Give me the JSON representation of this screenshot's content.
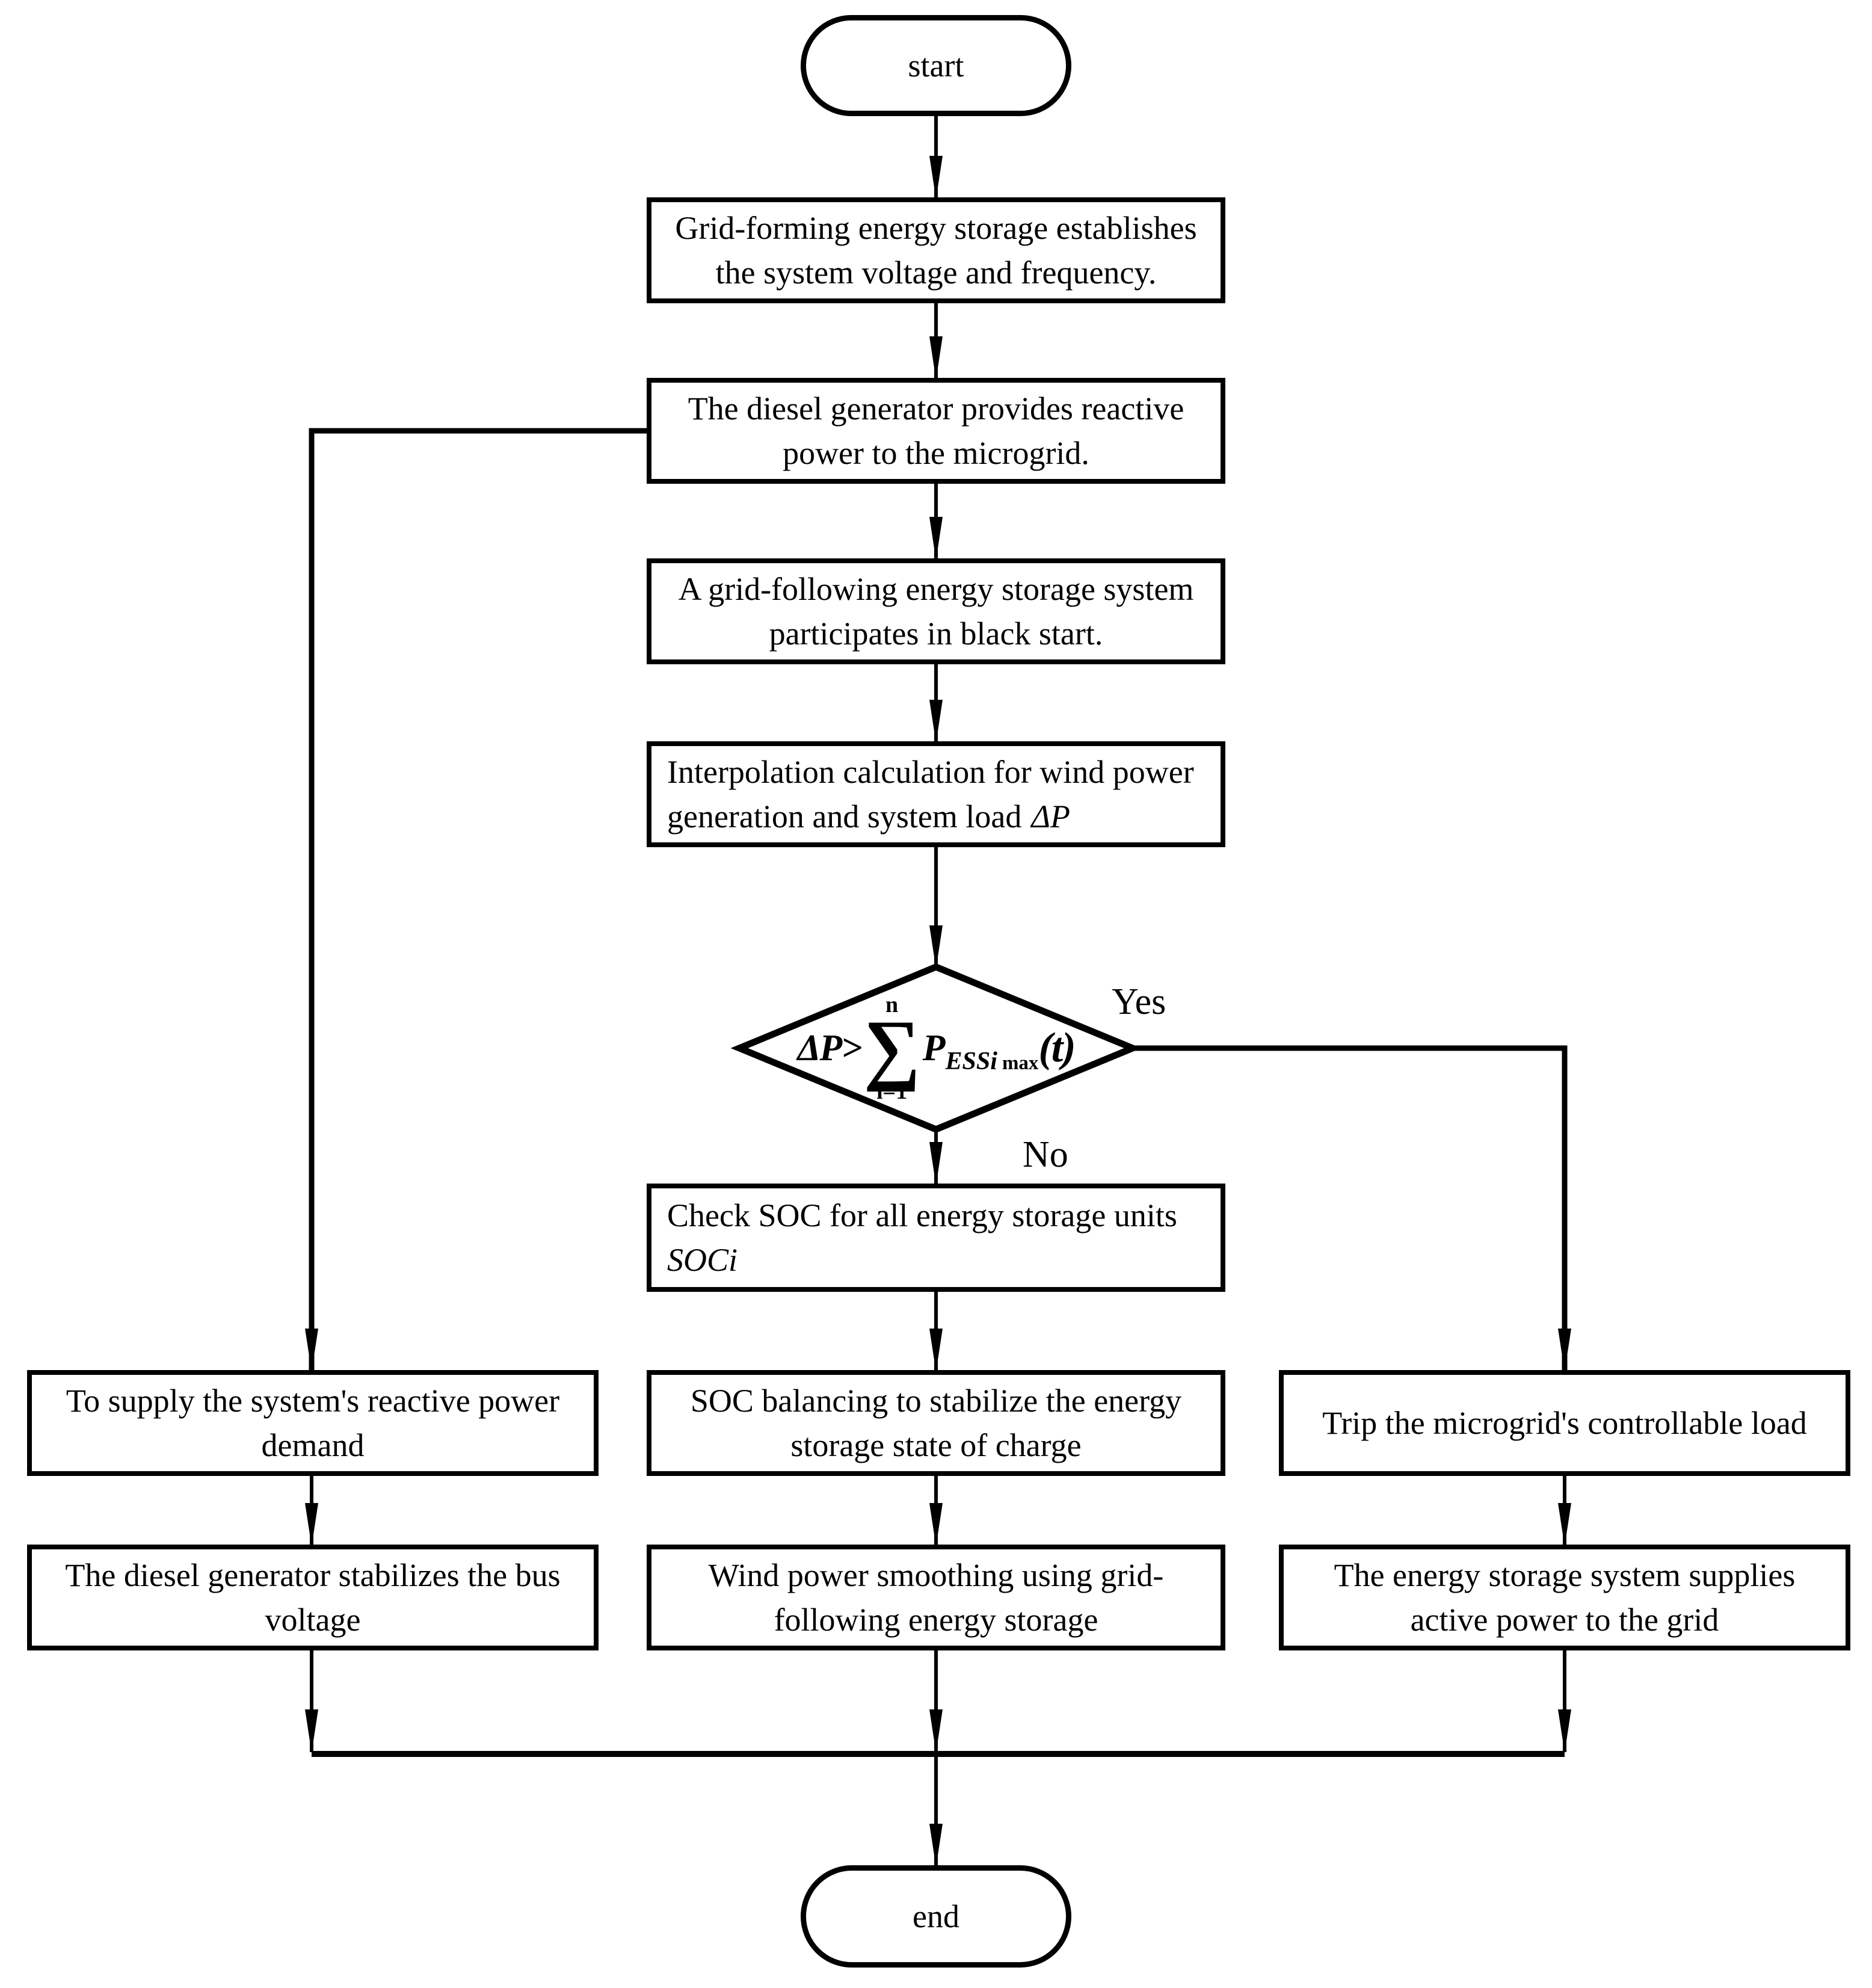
{
  "flowchart": {
    "colors": {
      "line": "#000000",
      "background": "#ffffff"
    },
    "terminals": {
      "start": "start",
      "end": "end"
    },
    "nodes": {
      "establish": {
        "lines": [
          "Grid-forming energy storage establishes",
          "the system voltage and frequency."
        ]
      },
      "diesel_reactive": {
        "lines": [
          "The diesel generator provides reactive",
          "power to the microgrid."
        ]
      },
      "black_start": {
        "lines": [
          "A grid-following energy storage system",
          "participates in black start."
        ]
      },
      "interpolation": {
        "lines": [
          "Interpolation calculation for wind power",
          "generation and system load"
        ],
        "symbol": "ΔP"
      },
      "check_soc": {
        "lines": [
          "Check SOC for all energy storage units"
        ],
        "symbol": "SOCi"
      },
      "supply_reactive": {
        "lines": [
          "To supply the system's reactive power",
          "demand"
        ]
      },
      "stabilize_bus": {
        "lines": [
          "The diesel generator stabilizes the bus",
          "voltage"
        ]
      },
      "soc_balancing": {
        "lines": [
          "SOC balancing to stabilize the energy",
          "storage state of charge"
        ]
      },
      "wind_smoothing": {
        "lines": [
          "Wind power smoothing using grid-",
          "following energy storage"
        ]
      },
      "trip_load": {
        "lines": [
          "Trip the microgrid's controllable load"
        ]
      },
      "supply_active": {
        "lines": [
          "The energy storage system supplies",
          "active power to the grid"
        ]
      }
    },
    "decision": {
      "lhs": "ΔP>",
      "sum_upper": "n",
      "sum_sigma": "∑",
      "sum_lower": "i=1",
      "term_base": "P",
      "term_sub_italic": "ESSi",
      "term_sub_roman": "max",
      "term_tail": "(t)"
    },
    "labels": {
      "yes": "Yes",
      "no": "No"
    }
  }
}
